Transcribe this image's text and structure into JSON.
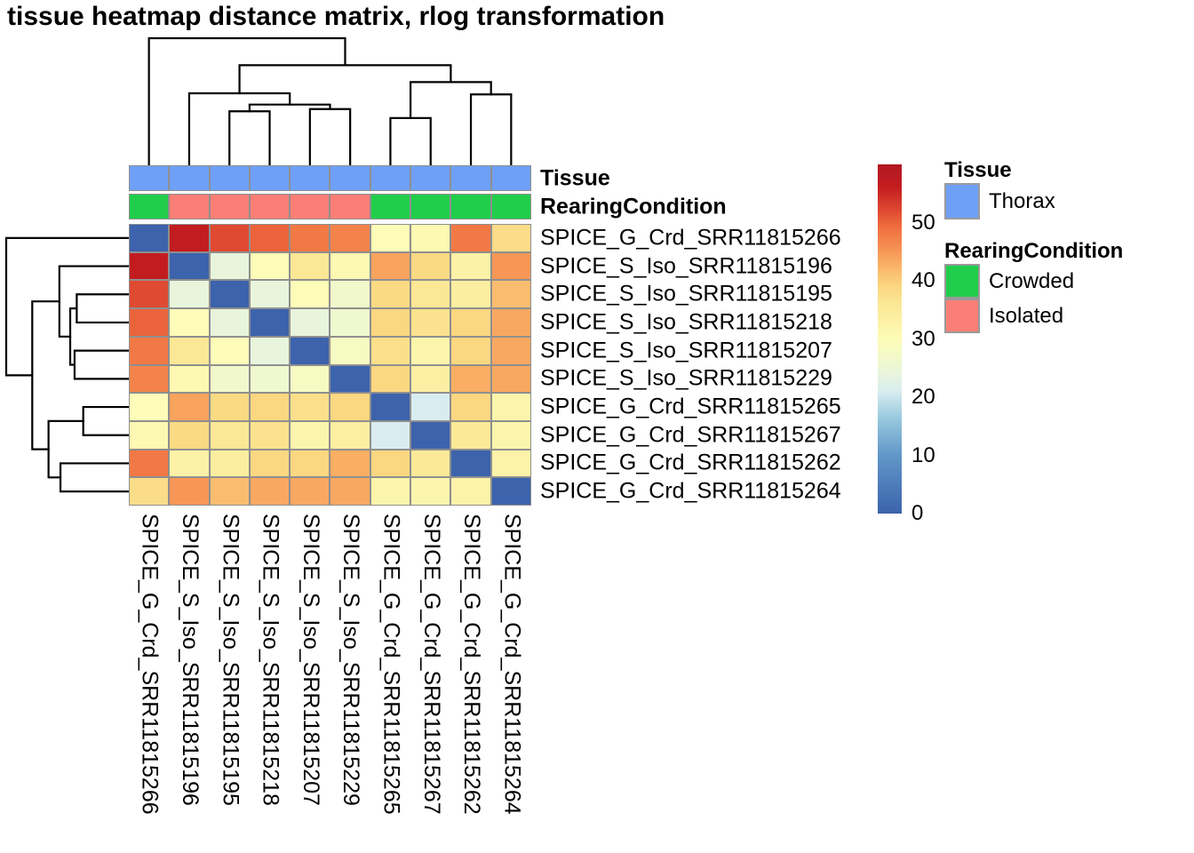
{
  "title": "tissue heatmap distance matrix, rlog transformation",
  "chart_data": {
    "type": "heatmap",
    "subtype": "clustered distance matrix with dendrograms",
    "title": "tissue heatmap distance matrix, rlog transformation",
    "samples": [
      "SPICE_G_Crd_SRR11815266",
      "SPICE_S_Iso_SRR11815196",
      "SPICE_S_Iso_SRR11815195",
      "SPICE_S_Iso_SRR11815218",
      "SPICE_S_Iso_SRR11815207",
      "SPICE_S_Iso_SRR11815229",
      "SPICE_G_Crd_SRR11815265",
      "SPICE_G_Crd_SRR11815267",
      "SPICE_G_Crd_SRR11815262",
      "SPICE_G_Crd_SRR11815264"
    ],
    "matrix": [
      [
        0,
        56.5,
        52,
        50,
        48,
        47,
        30,
        31,
        48,
        38
      ],
      [
        56.5,
        0,
        24,
        30,
        36,
        31,
        44,
        38.5,
        33,
        45
      ],
      [
        52,
        24,
        0,
        24,
        30,
        26.5,
        38.5,
        36,
        34,
        41.5
      ],
      [
        50,
        30,
        24,
        0,
        24,
        26,
        39,
        37,
        39,
        43.5
      ],
      [
        48,
        36,
        30,
        24,
        0,
        28,
        37.5,
        32,
        39,
        43.5
      ],
      [
        47,
        31,
        26.5,
        26,
        28,
        0,
        39,
        33.5,
        43,
        43.5
      ],
      [
        30,
        44,
        38.5,
        39,
        37.5,
        39,
        0,
        21,
        39,
        32
      ],
      [
        31,
        38.5,
        36,
        37,
        32,
        33.5,
        21,
        0,
        35.5,
        32
      ],
      [
        48,
        33,
        34,
        39,
        39,
        43,
        39,
        35.5,
        0,
        32.5
      ],
      [
        38,
        45,
        41.5,
        43.5,
        43.5,
        43.5,
        32,
        32,
        32.5,
        0
      ]
    ],
    "scale": {
      "min": 0,
      "max": 60,
      "ticks": [
        0,
        10,
        20,
        30,
        40,
        50
      ],
      "stops": [
        {
          "v": 0,
          "c": "#3C63AC"
        },
        {
          "v": 10,
          "c": "#6197C8"
        },
        {
          "v": 17,
          "c": "#9FCEE0"
        },
        {
          "v": 21,
          "c": "#D9EDF0"
        },
        {
          "v": 24,
          "c": "#E8F5DC"
        },
        {
          "v": 27,
          "c": "#F3F9C8"
        },
        {
          "v": 30,
          "c": "#FDFCB8"
        },
        {
          "v": 33,
          "c": "#FCF1A6"
        },
        {
          "v": 36,
          "c": "#FBE795"
        },
        {
          "v": 39,
          "c": "#FBD781"
        },
        {
          "v": 43,
          "c": "#F9AE64"
        },
        {
          "v": 46,
          "c": "#F68C51"
        },
        {
          "v": 49,
          "c": "#F0703F"
        },
        {
          "v": 52,
          "c": "#DF4A31"
        },
        {
          "v": 56,
          "c": "#C51D20"
        },
        {
          "v": 60,
          "c": "#B01823"
        }
      ]
    },
    "tissue": {
      "title": "Tissue",
      "per_sample": [
        "Thorax",
        "Thorax",
        "Thorax",
        "Thorax",
        "Thorax",
        "Thorax",
        "Thorax",
        "Thorax",
        "Thorax",
        "Thorax"
      ]
    },
    "rearing_condition": {
      "title": "RearingCondition",
      "per_sample": [
        "Crowded",
        "Isolated",
        "Isolated",
        "Isolated",
        "Isolated",
        "Isolated",
        "Crowded",
        "Crowded",
        "Crowded",
        "Crowded"
      ]
    },
    "annotation_colors": {
      "Thorax": "#6FA0F8",
      "Crowded": "#21CE4B",
      "Isolated": "#FB7F77"
    },
    "dendrogram": {
      "note": "identical tree for rows and columns; leaves L0-L9 in displayed order",
      "merges": [
        {
          "id": "M0",
          "a": "L2",
          "b": "L3",
          "h": 24
        },
        {
          "id": "M1",
          "a": "L4",
          "b": "L5",
          "h": 25
        },
        {
          "id": "M2",
          "a": "M0",
          "b": "M1",
          "h": 27
        },
        {
          "id": "M3",
          "a": "L1",
          "b": "M2",
          "h": 32
        },
        {
          "id": "M4",
          "a": "L6",
          "b": "L7",
          "h": 21
        },
        {
          "id": "M5",
          "a": "L8",
          "b": "L9",
          "h": 31.5
        },
        {
          "id": "M6",
          "a": "M4",
          "b": "M5",
          "h": 37
        },
        {
          "id": "M7",
          "a": "M3",
          "b": "M6",
          "h": 44.5
        },
        {
          "id": "M8",
          "a": "L0",
          "b": "M7",
          "h": 56.5
        }
      ]
    }
  },
  "legend": {
    "tissue_header": "Tissue",
    "tissue_items": [
      {
        "label": "Thorax",
        "color": "#6FA0F8"
      }
    ],
    "rearing_header": "RearingCondition",
    "rearing_items": [
      {
        "label": "Crowded",
        "color": "#21CE4B"
      },
      {
        "label": "Isolated",
        "color": "#FB7F77"
      }
    ]
  },
  "styles": {
    "cell_border": "#8F8F8F",
    "dendrogram_color": "#000000"
  }
}
